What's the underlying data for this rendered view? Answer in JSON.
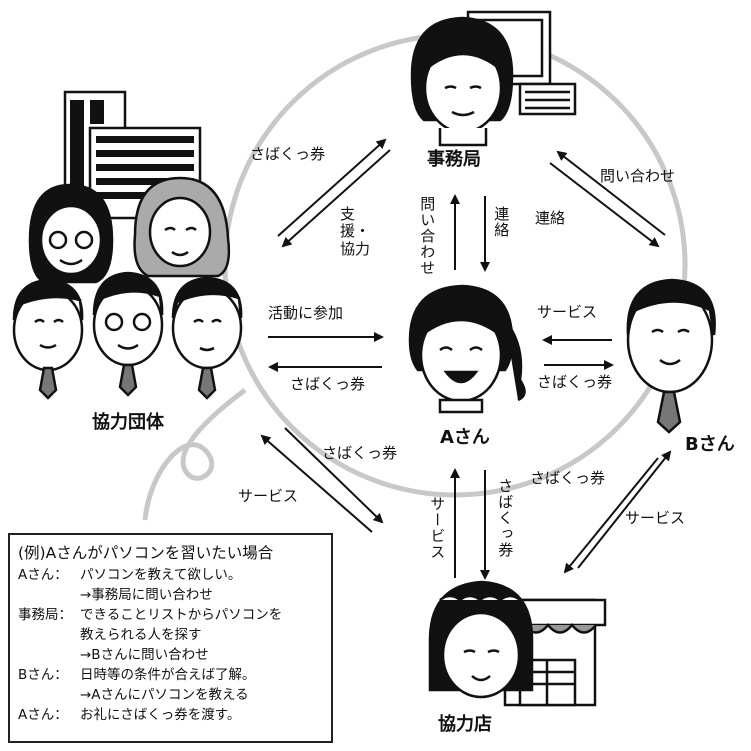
{
  "nodes": {
    "jimukyoku": "事務局",
    "a_san": "Aさん",
    "b_san": "Bさん",
    "kyoryoku_dantai": "協力団体",
    "kyoryoku_ten": "協力店"
  },
  "arrows": {
    "dantai_to_jimu": "さばくっ券",
    "jimu_to_dantai": "支援・協力",
    "b_to_jimu": "問い合わせ",
    "jimu_to_b": "連絡",
    "a_to_jimu": "問い合わせ",
    "jimu_to_a": "連絡",
    "a_to_dantai_top": "活動に参加",
    "dantai_to_a_bottom": "さばくっ券",
    "b_to_a": "サービス",
    "a_to_b": "さばくっ券",
    "dantai_to_ten_1": "さばくっ券",
    "dantai_to_ten_2": "サービス",
    "ten_to_a": "サービス",
    "a_to_ten": "さばくっ券",
    "b_to_ten_1": "さばくっ券",
    "b_to_ten_2": "サービス"
  },
  "example": {
    "title": "(例)Aさんがパソコンを習いたい場合",
    "lines": [
      {
        "who": "Aさん：",
        "text": "パソコンを教えて欲しい。"
      },
      {
        "who": "",
        "text": "→事務局に問い合わせ"
      },
      {
        "who": "事務局：",
        "text": "できることリストからパソコンを"
      },
      {
        "who": "",
        "text": "教えられる人を探す"
      },
      {
        "who": "",
        "text": "→Bさんに問い合わせ"
      },
      {
        "who": "Bさん：",
        "text": "日時等の条件が合えば了解。"
      },
      {
        "who": "",
        "text": "→Aさんにパソコンを教える"
      },
      {
        "who": "Aさん：",
        "text": "お礼にさばくっ券を渡す。"
      }
    ]
  }
}
